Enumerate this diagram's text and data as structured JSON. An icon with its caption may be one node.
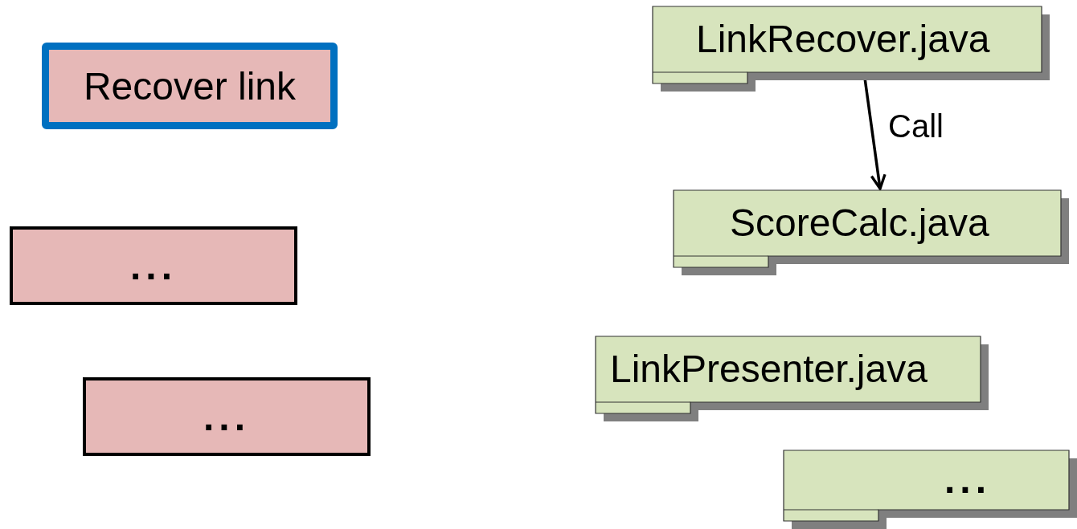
{
  "diagram": {
    "nodes": [
      {
        "text": [
          "Recover link"
        ]
      },
      {
        "text": [
          "..."
        ]
      },
      {
        "text": [
          "..."
        ]
      },
      {
        "text": [
          "LinkRecover.java"
        ]
      },
      {
        "text": [
          "ScoreCalc.java"
        ]
      },
      {
        "text": [
          "LinkPresenter.java"
        ]
      },
      {
        "text": [
          "..."
        ]
      }
    ],
    "edges": [
      {
        "from": 3,
        "to": 4,
        "arrow": "to",
        "label": "Call"
      }
    ]
  }
}
